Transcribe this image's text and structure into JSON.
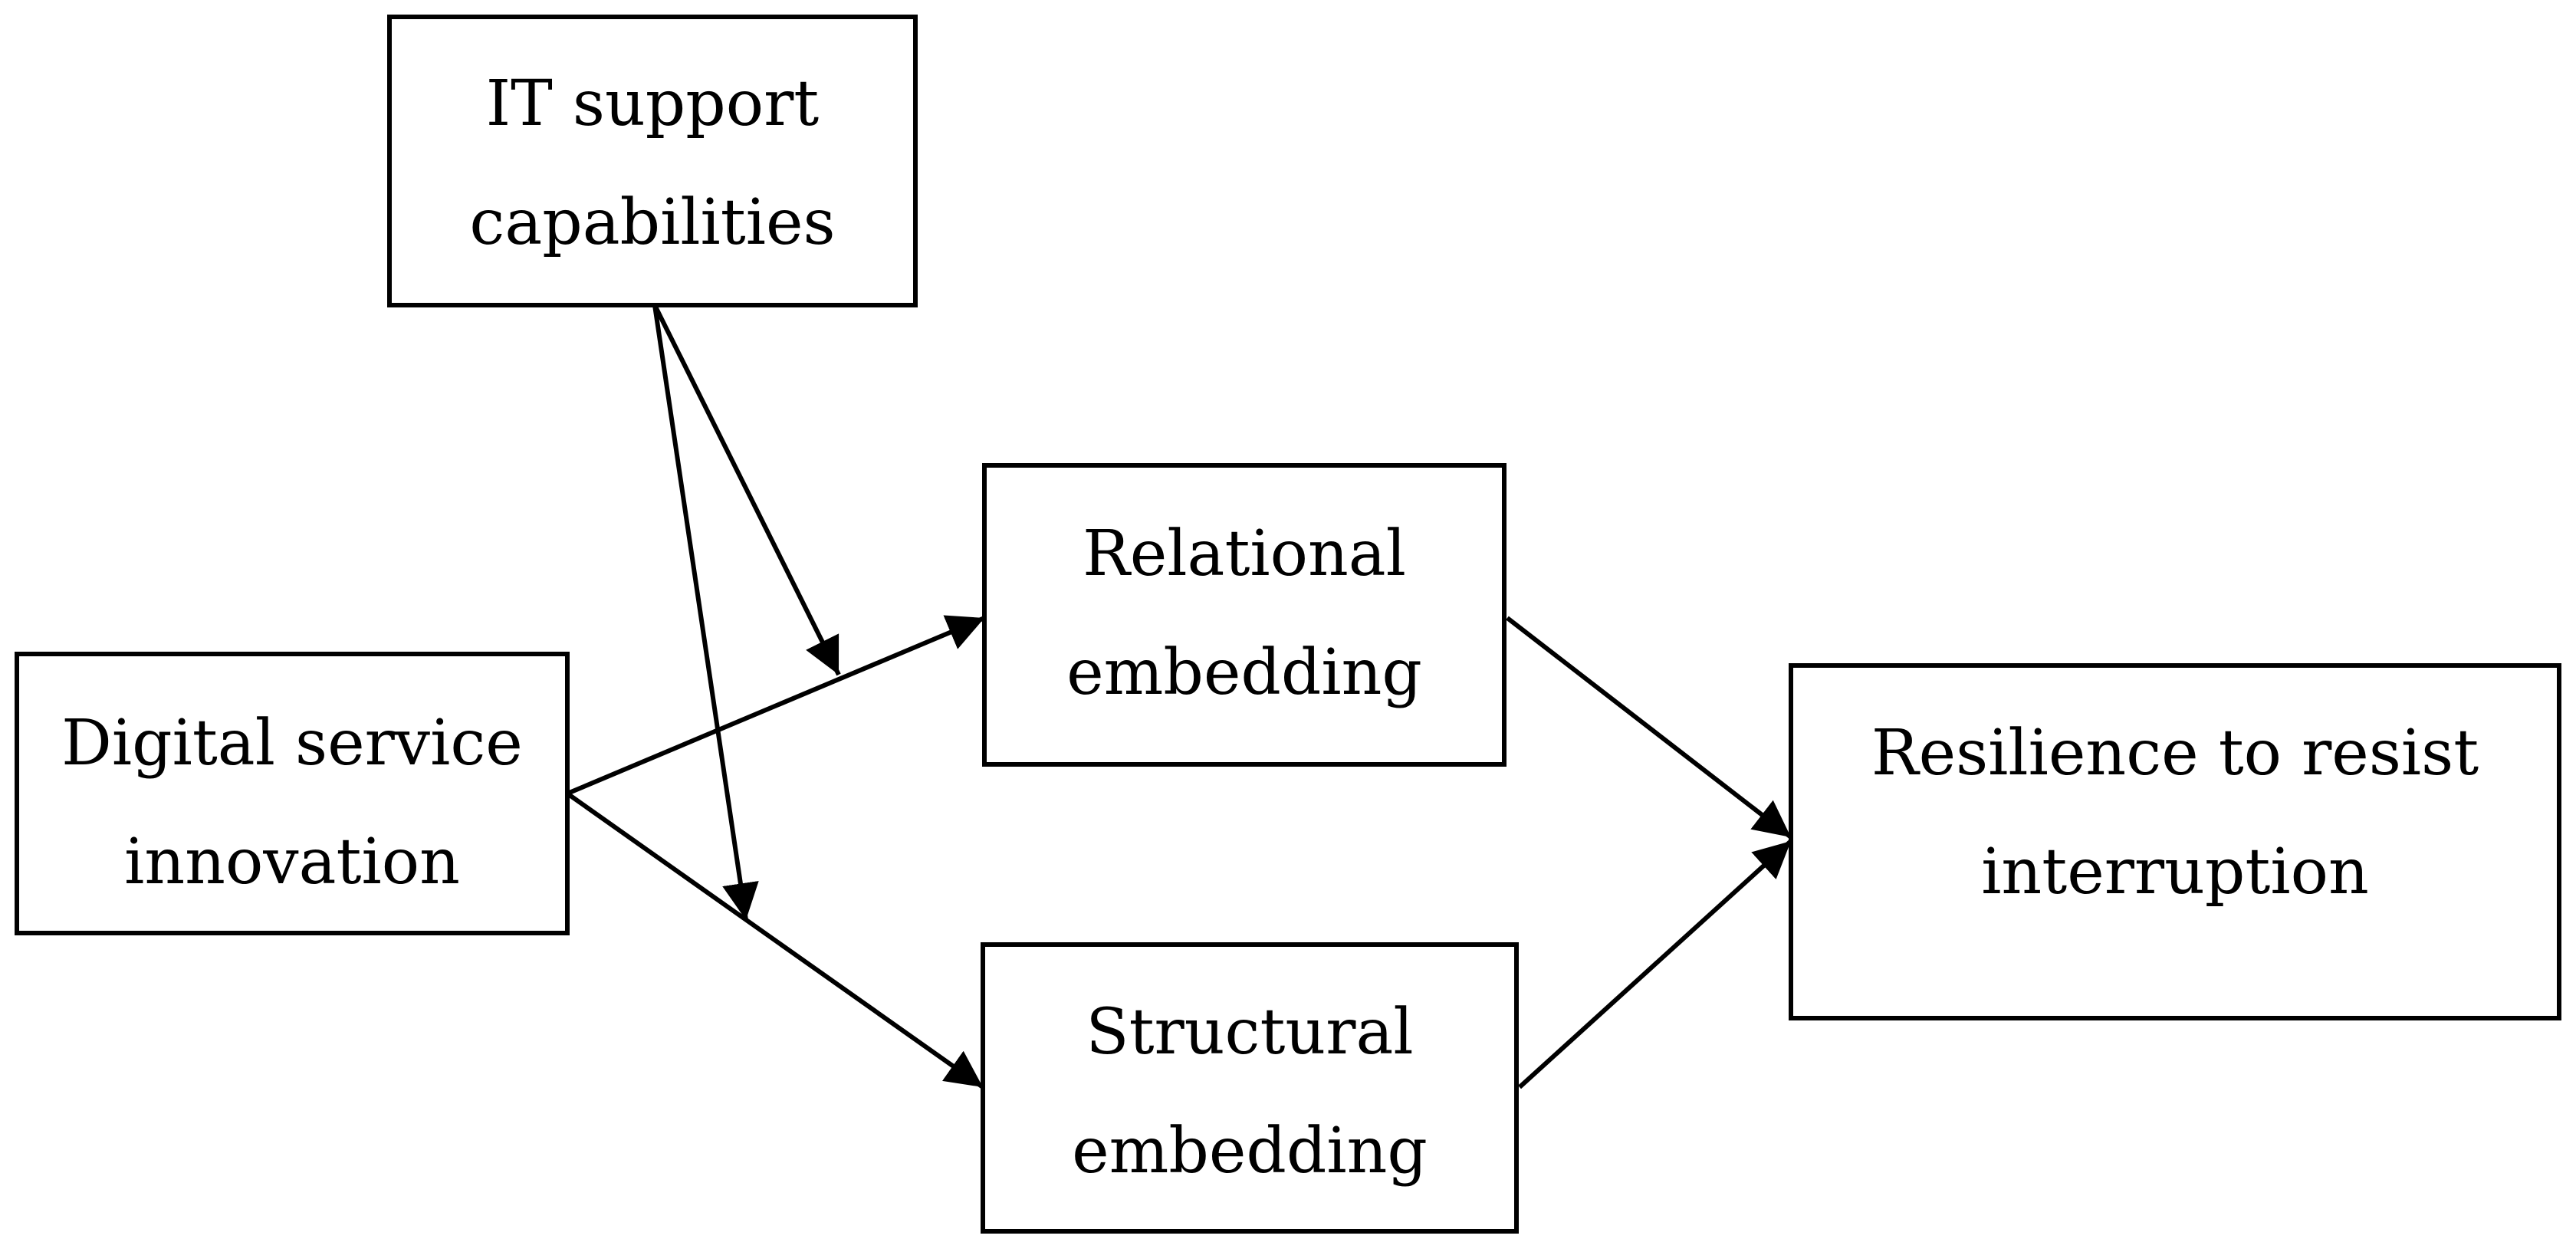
{
  "diagram": {
    "nodes": {
      "it_support": {
        "lines": [
          "IT support",
          "capabilities"
        ]
      },
      "digital_service": {
        "lines": [
          "Digital service",
          "innovation"
        ]
      },
      "relational": {
        "lines": [
          "Relational",
          "embedding"
        ]
      },
      "structural": {
        "lines": [
          "Structural",
          "embedding"
        ]
      },
      "resilience": {
        "lines": [
          "Resilience to resist",
          "interruption"
        ]
      }
    },
    "edges": [
      {
        "from": "digital_service",
        "to": "relational"
      },
      {
        "from": "digital_service",
        "to": "structural"
      },
      {
        "from": "relational",
        "to": "resilience"
      },
      {
        "from": "structural",
        "to": "resilience"
      },
      {
        "from": "it_support",
        "to": "edge:digital_service->relational",
        "type": "moderation"
      },
      {
        "from": "it_support",
        "to": "edge:digital_service->structural",
        "type": "moderation"
      }
    ],
    "colors": {
      "stroke": "#000000",
      "fill": "#ffffff",
      "text": "#000000"
    }
  }
}
